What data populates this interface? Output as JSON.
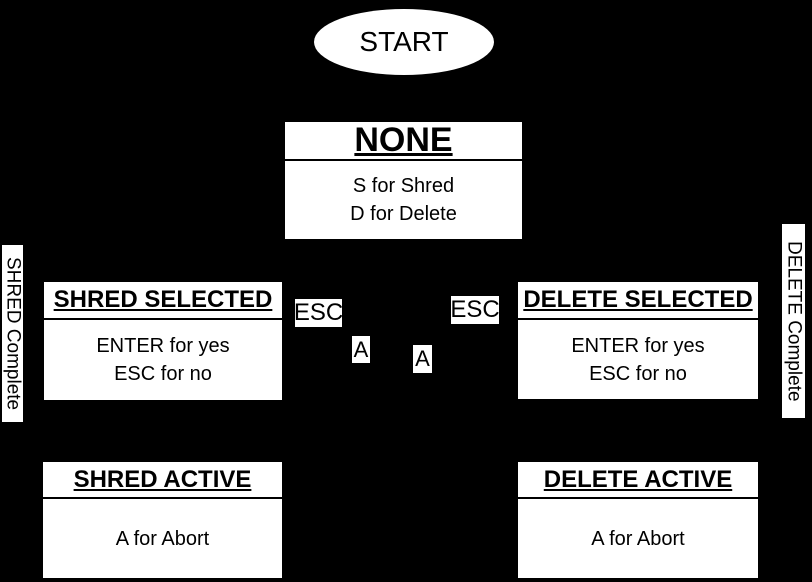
{
  "colors": {
    "background": "#000000",
    "node_fill": "#ffffff",
    "node_text": "#000000"
  },
  "diagram": {
    "start": {
      "label": "START"
    },
    "states": [
      {
        "title": "NONE",
        "lines": [
          "S for Shred",
          "D for Delete"
        ]
      },
      {
        "title": "SHRED SELECTED",
        "lines": [
          "ENTER for yes",
          "ESC for no"
        ]
      },
      {
        "title": "DELETE SELECTED",
        "lines": [
          "ENTER for yes",
          "ESC for no"
        ]
      },
      {
        "title": "SHRED ACTIVE",
        "lines": [
          "A for Abort"
        ]
      },
      {
        "title": "DELETE ACTIVE",
        "lines": [
          "A for Abort"
        ]
      }
    ],
    "edge_labels": {
      "esc_left": "ESC",
      "esc_right": "ESC",
      "abort_left": "A",
      "abort_right": "A",
      "shred_complete": "SHRED Complete",
      "delete_complete": "DELETE Complete"
    }
  }
}
